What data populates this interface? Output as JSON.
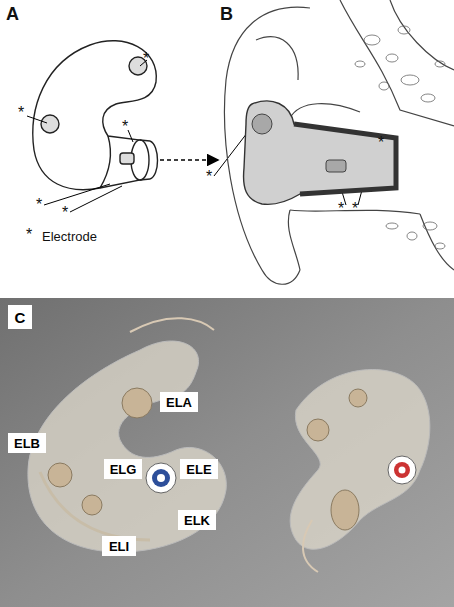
{
  "diagram": {
    "nodes": [
      {
        "text": [
          "C"
        ]
      },
      {
        "text": [
          "ELA"
        ]
      },
      {
        "text": [
          "ELB"
        ]
      },
      {
        "text": [
          "ELG"
        ]
      },
      {
        "text": [
          "ELE"
        ]
      },
      {
        "text": [
          "ELK"
        ]
      },
      {
        "text": [
          "ELI"
        ]
      }
    ],
    "labels": [
      "A",
      "B",
      "*",
      "*",
      "*",
      "*",
      "*",
      "*",
      "Electrode",
      "*",
      "*",
      "*",
      "*"
    ]
  }
}
